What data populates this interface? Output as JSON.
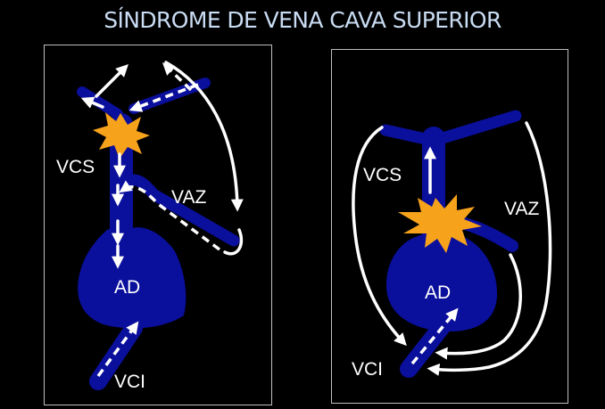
{
  "title": "SÍNDROME DE VENA CAVA SUPERIOR",
  "colors": {
    "background": "#000000",
    "vessel": "#0a0f9c",
    "obstruction": "#f7a21b",
    "flow_arrow": "#ffffff",
    "title": "#c9dcf3",
    "panel_border": "#bfbfbf"
  },
  "left_panel": {
    "labels": {
      "svc": "VCS",
      "azygos": "VAZ",
      "right_atrium": "AD",
      "ivc": "VCI"
    }
  },
  "right_panel": {
    "labels": {
      "svc": "VCS",
      "azygos": "VAZ",
      "right_atrium": "AD",
      "ivc": "VCI"
    }
  }
}
